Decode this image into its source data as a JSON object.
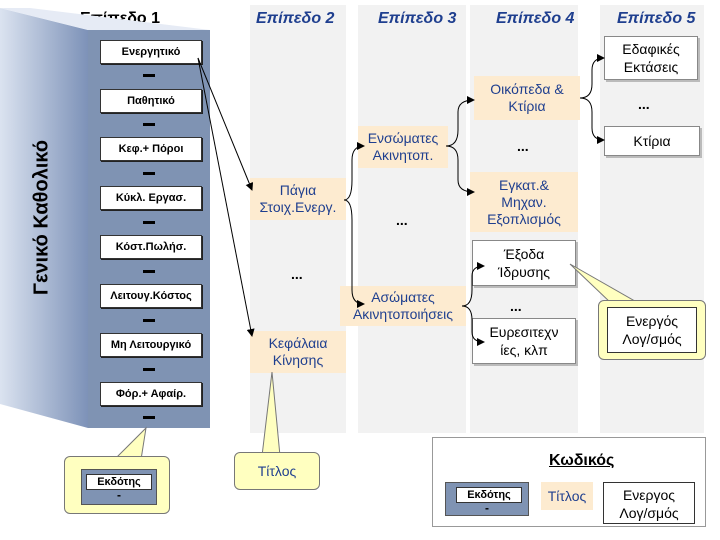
{
  "levels": [
    "Επίπεδο 1",
    "Επίπεδο 2",
    "Επίπεδο 3",
    "Επίπεδο 4",
    "Επίπεδο 5"
  ],
  "ledger_label": "Γενικό Καθολικό",
  "level1_accounts": [
    "Ενεργητικό",
    "Παθητικό",
    "Κεφ.+ Πόροι",
    "Κύκλ. Εργασ.",
    "Κόστ.Πωλήσ.",
    "Λειτουγ.Κόστος",
    "Μη Λειτουργικό",
    "Φόρ.+ Αφαίρ."
  ],
  "dash": "-",
  "level2": {
    "fixed_assets": "Πάγια Στοιχ.Ενεργ.",
    "ellipsis": "...",
    "working_capital": "Κεφάλαια Κίνησης"
  },
  "level3": {
    "tangible": "Ενσώματες Ακινητοπ.",
    "ellipsis": "...",
    "intangible": "Ασώματες Ακινητοποιήσεις"
  },
  "level4": {
    "land_buildings": "Οικόπεδα & Κτίρια",
    "ellipsis_top": "...",
    "equipment": "Εγκατ.& Μηχαν. Εξοπλισμός",
    "setup_costs": "Έξοδα Ίδρυσης",
    "ellipsis_bottom": "...",
    "patents": "Ευρεσιτεχν ίες, κλπ"
  },
  "level5": {
    "land": "Εδαφικές Εκτάσεις",
    "ellipsis": "...",
    "buildings": "Κτίρια"
  },
  "callouts": {
    "publisher": "Εκδότης",
    "publisher_dash": "-",
    "title": "Τίτλος",
    "active_account": "Ενεργός Λογ/σμός"
  },
  "legend": {
    "heading": "Κωδικός",
    "publisher": "Εκδότης",
    "publisher_dash": "-",
    "title": "Τίτλος",
    "active_account": "Ενεργος Λογ/σμός"
  }
}
